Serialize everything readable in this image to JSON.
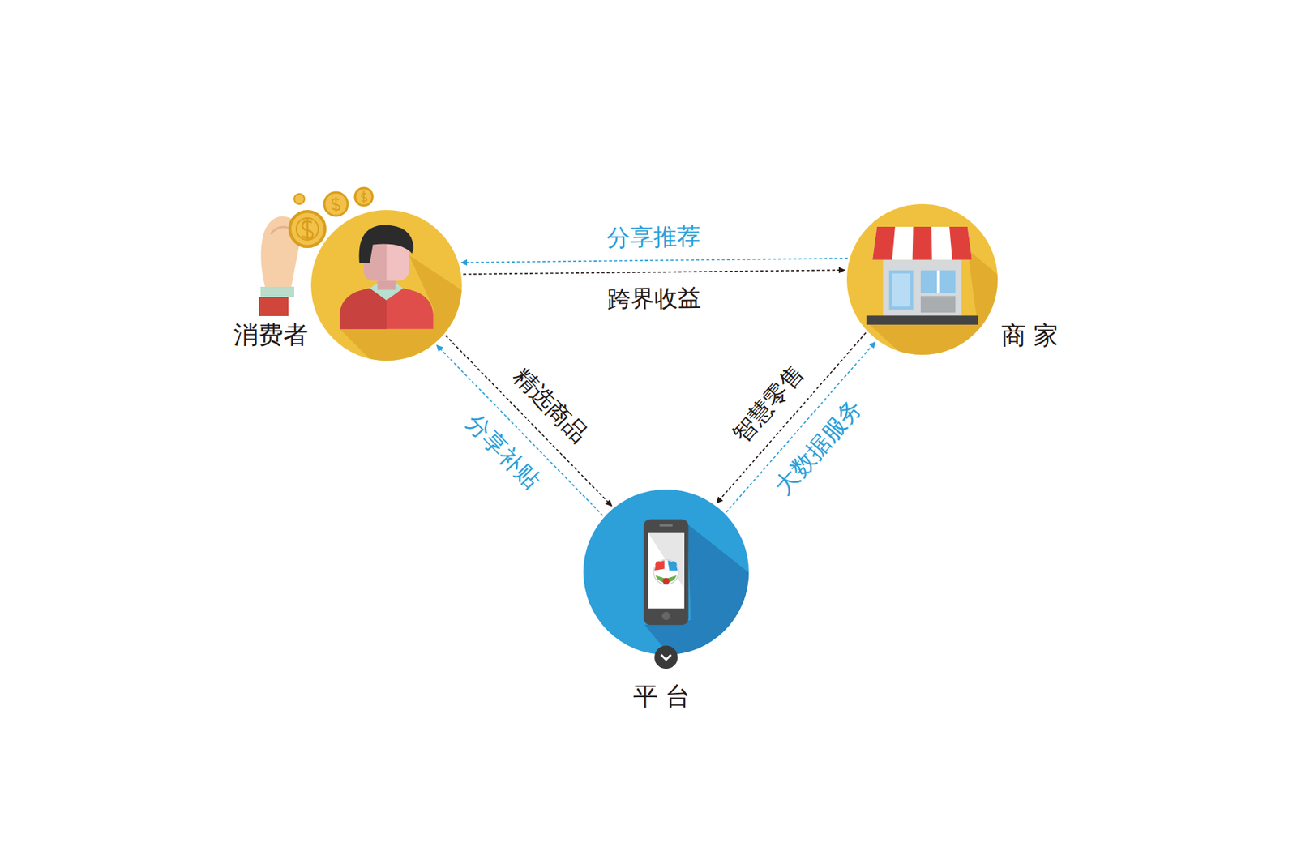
{
  "diagram": {
    "nodes": [
      {
        "text": [
          "消费者"
        ]
      },
      {
        "text": [
          "商 家"
        ]
      },
      {
        "text": [
          "平 台"
        ]
      }
    ],
    "edges": [
      {
        "from": 1,
        "to": 0,
        "label": "分享推荐",
        "arrow": "to"
      },
      {
        "from": 0,
        "to": 1,
        "label": "跨界收益",
        "arrow": "to"
      },
      {
        "from": 0,
        "to": 2,
        "label": "精选商品",
        "arrow": "to"
      },
      {
        "from": 2,
        "to": 0,
        "label": "分享补贴",
        "arrow": "to"
      },
      {
        "from": 1,
        "to": 2,
        "label": "智慧零售",
        "arrow": "to"
      },
      {
        "from": 2,
        "to": 1,
        "label": "大数据服务",
        "arrow": "to"
      }
    ]
  }
}
